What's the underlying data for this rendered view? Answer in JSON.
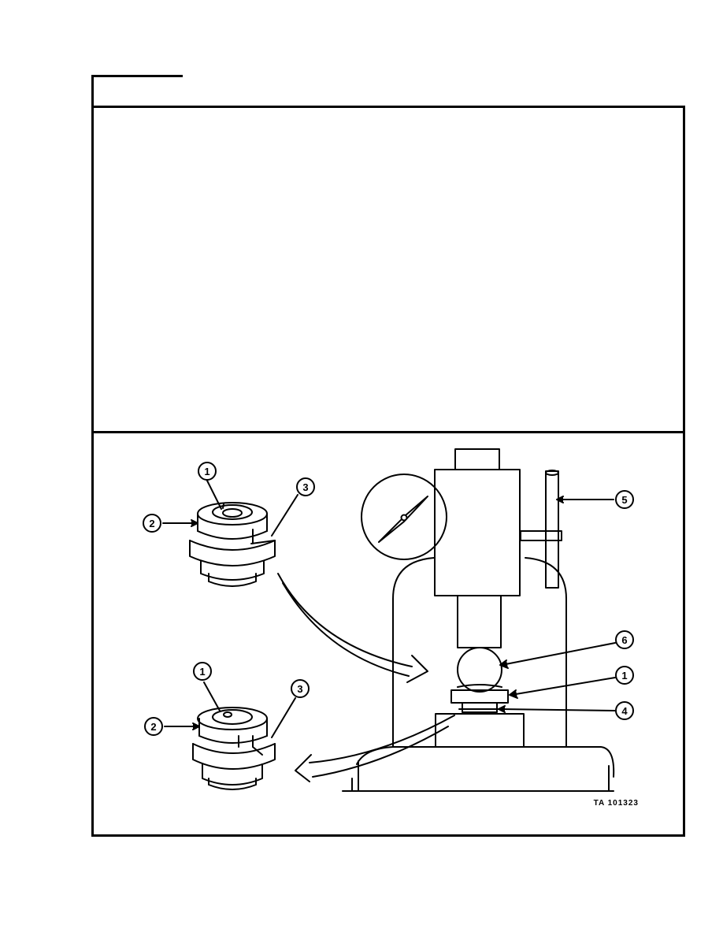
{
  "figure": {
    "callouts": {
      "top_1": "1",
      "top_2": "2",
      "top_3": "3",
      "bot_1": "1",
      "bot_2": "2",
      "bot_3": "3",
      "tester_5": "5",
      "tester_6": "6",
      "tester_1": "1",
      "tester_4": "4"
    },
    "figure_code": "TA 101323"
  }
}
